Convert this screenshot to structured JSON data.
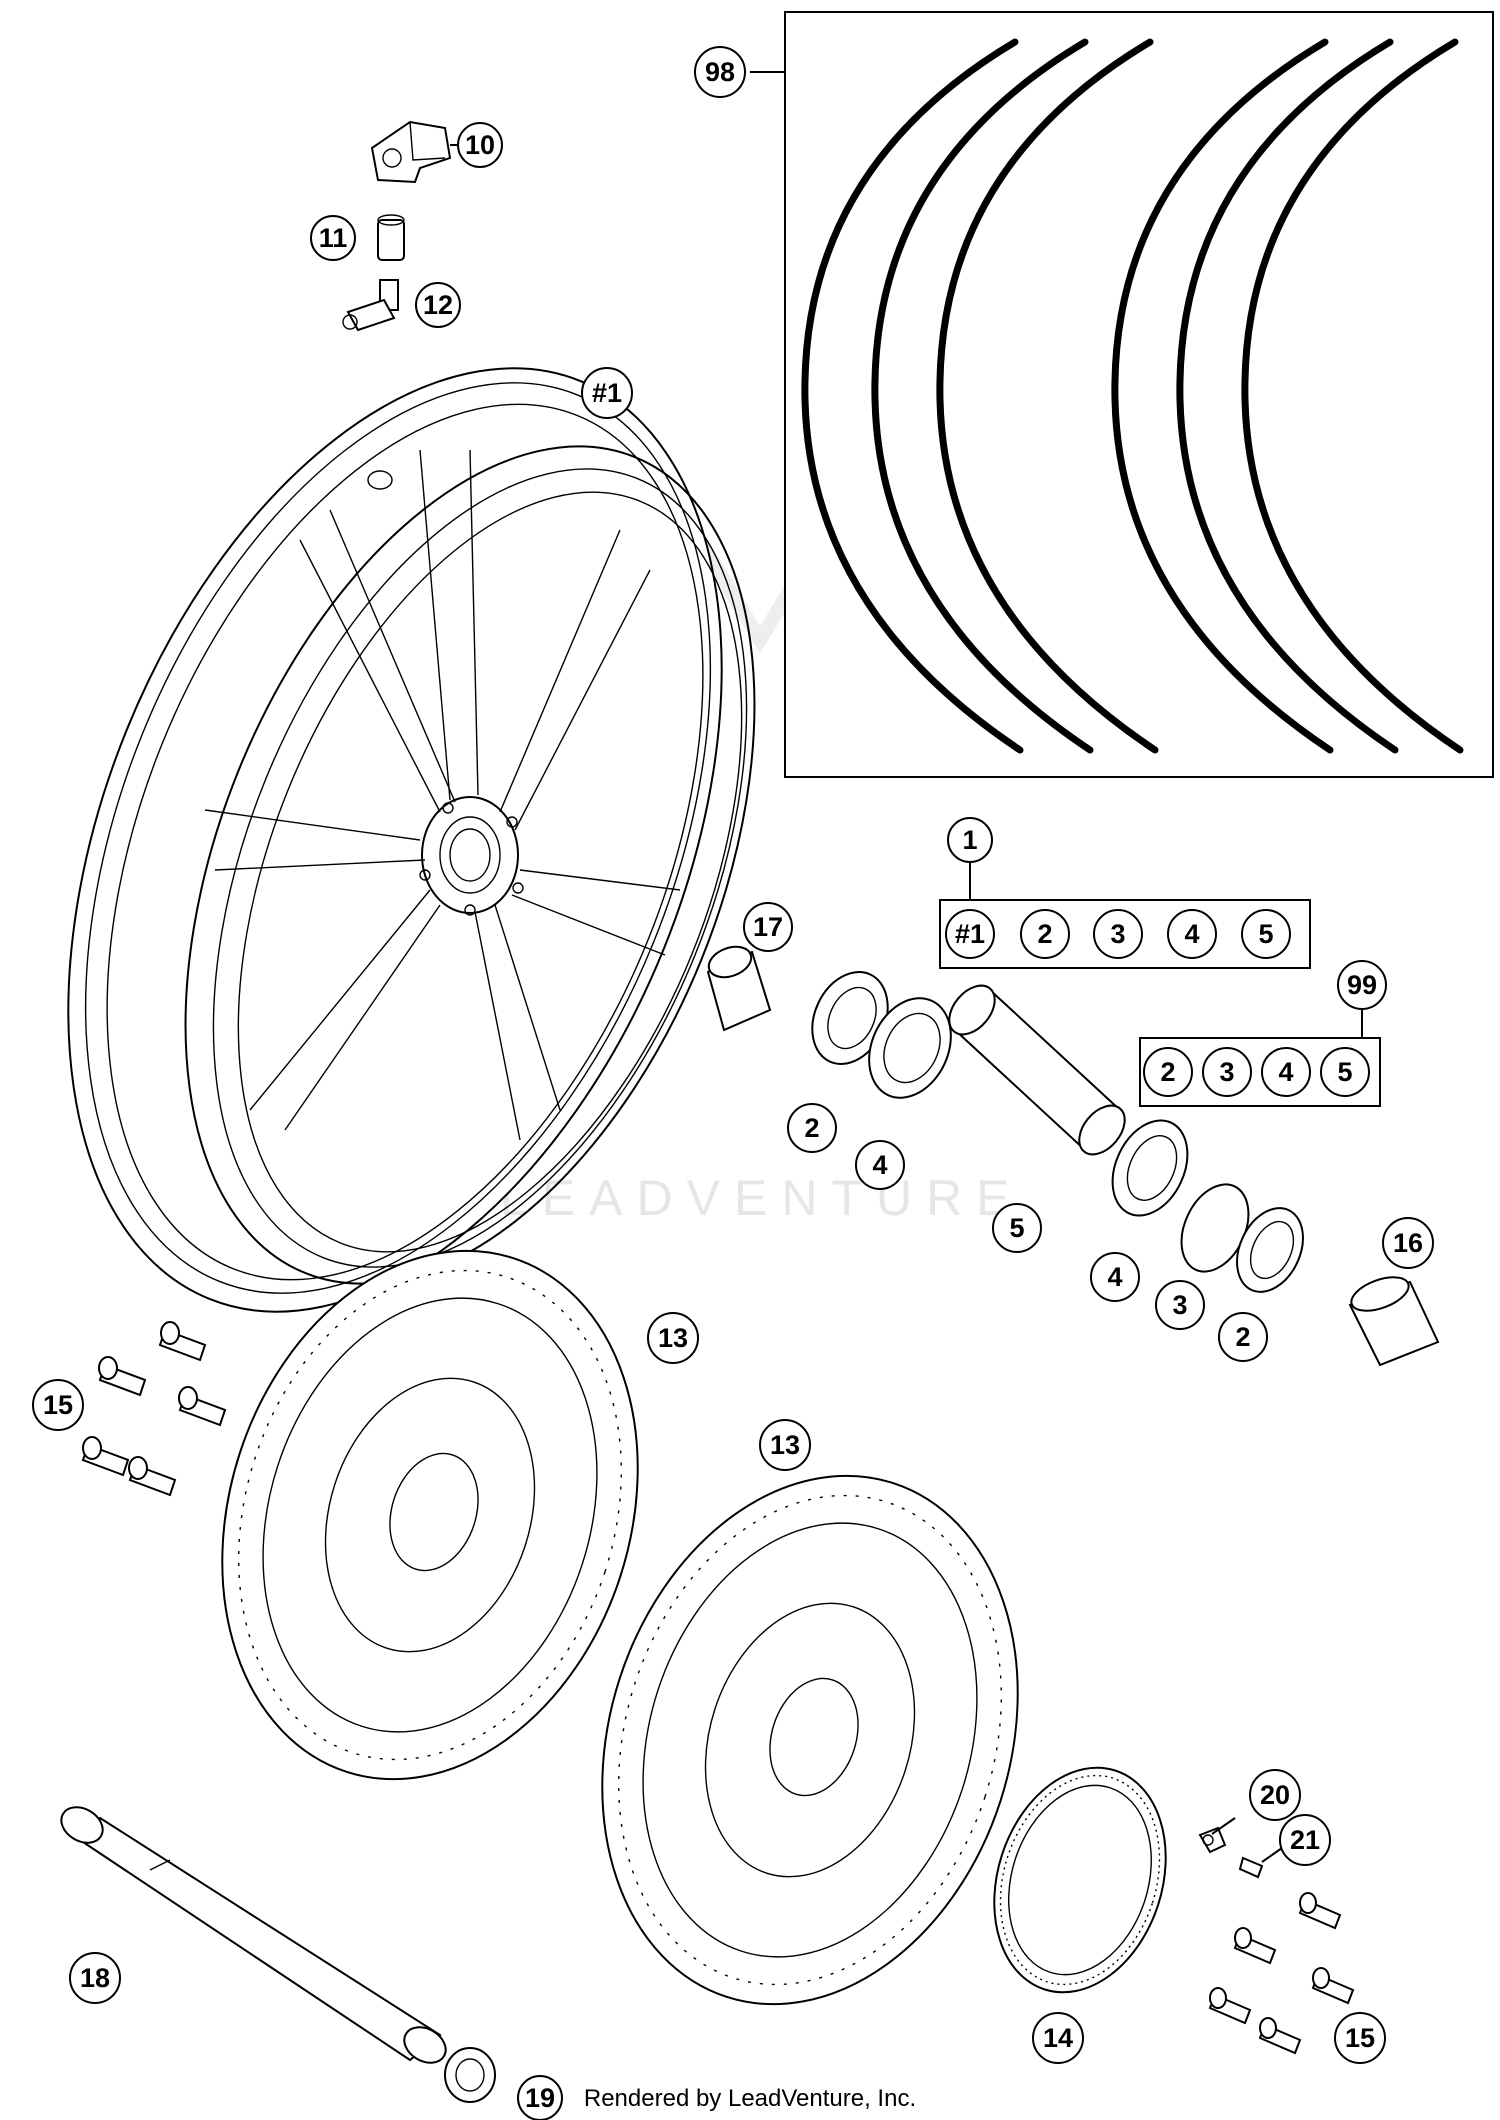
{
  "callouts": {
    "c98": "98",
    "c10": "10",
    "c11": "11",
    "c12": "12",
    "c_wheel": "#1",
    "c1": "1",
    "c17": "17",
    "c99": "99",
    "c2a": "2",
    "c4a": "4",
    "c5": "5",
    "c4b": "4",
    "c3": "3",
    "c2b": "2",
    "c16": "16",
    "c13a": "13",
    "c13b": "13",
    "c15a": "15",
    "c15b": "15",
    "c20": "20",
    "c21": "21",
    "c14": "14",
    "c18": "18",
    "c19": "19"
  },
  "kit1": [
    "#1",
    "2",
    "3",
    "4",
    "5"
  ],
  "kit99": [
    "2",
    "3",
    "4",
    "5"
  ],
  "watermark": "LEADVENTURE",
  "footer": "Rendered by LeadVenture, Inc."
}
